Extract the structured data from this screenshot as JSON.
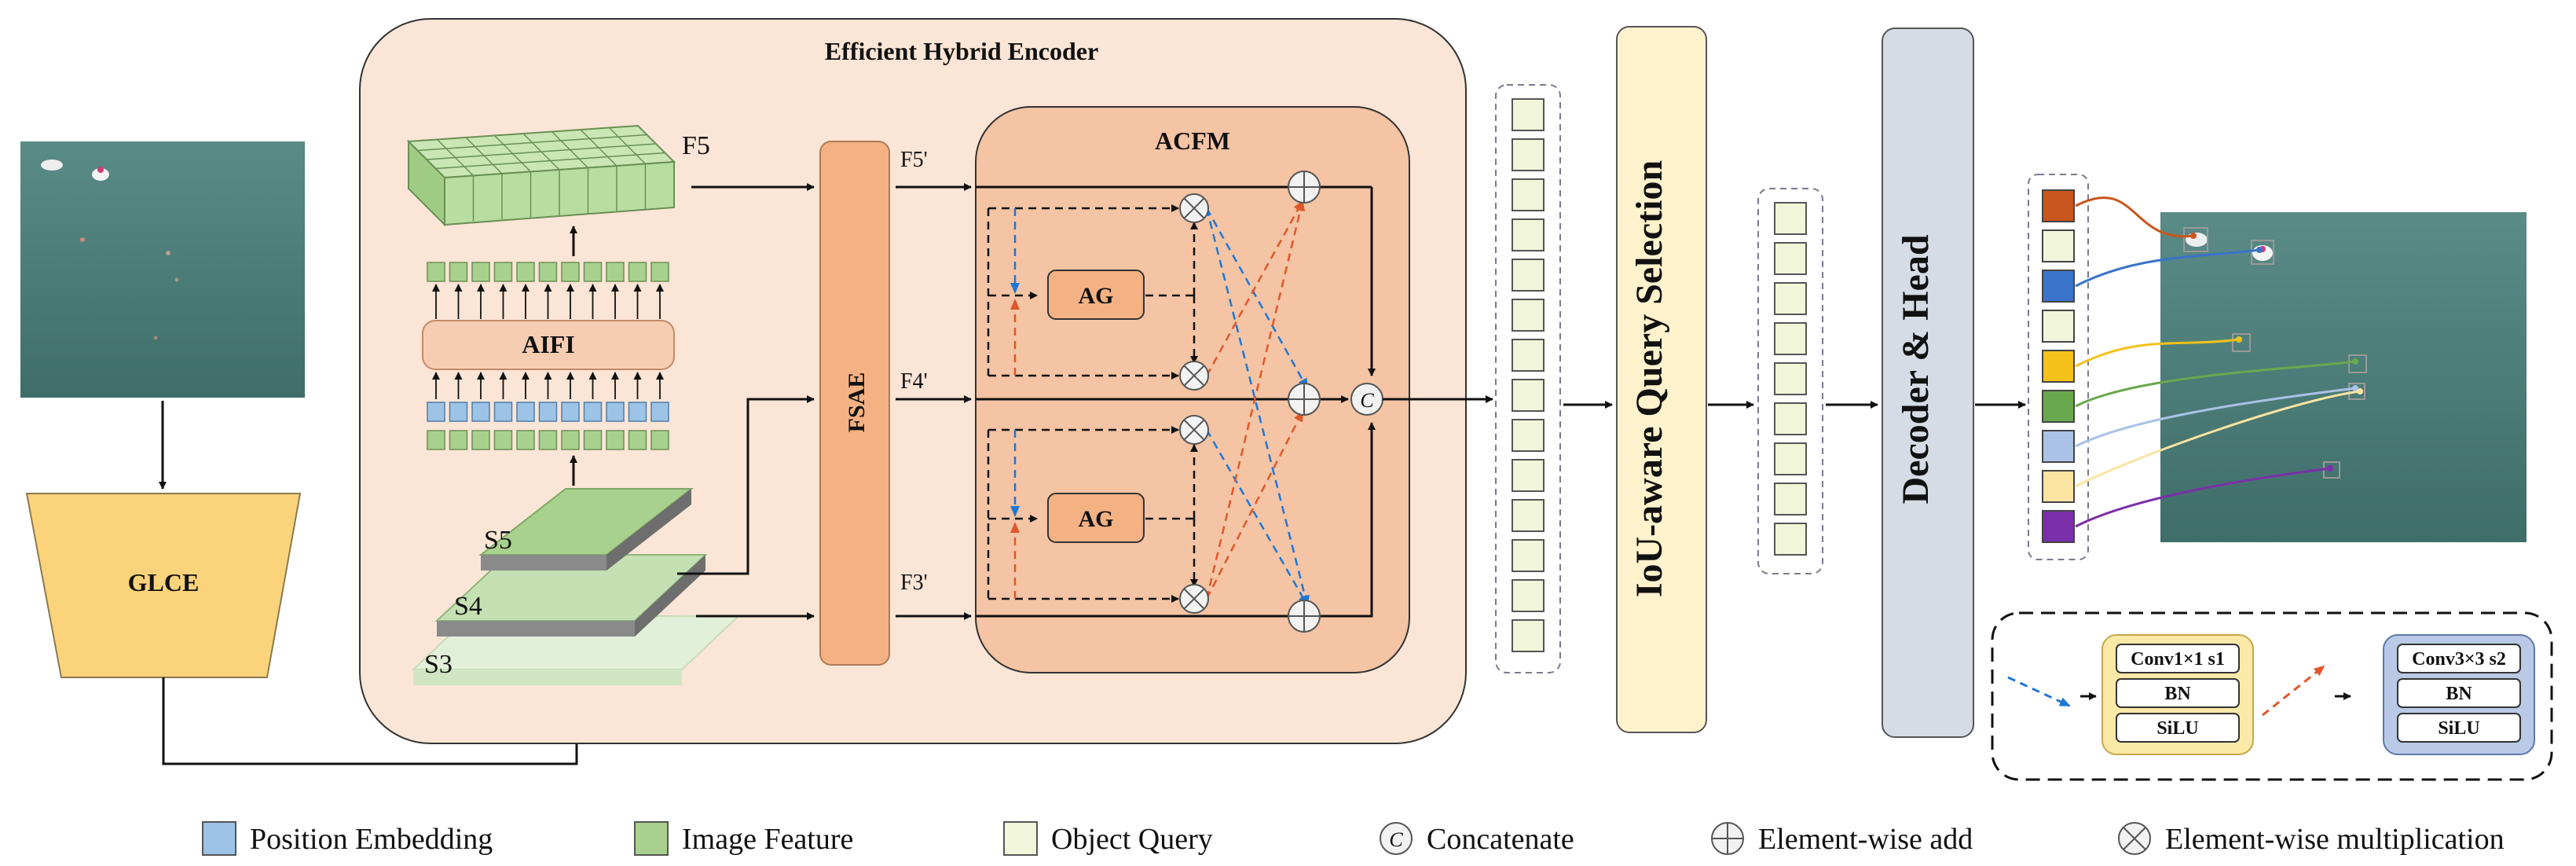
{
  "title_encoder": "Efficient Hybrid Encoder",
  "blocks": {
    "glce": "GLCE",
    "aifi": "AIFI",
    "fsae": "FSAE",
    "acfm": "ACFM",
    "ag": "AG",
    "query_selection": "IoU-aware Query Selection",
    "decoder": "Decoder & Head"
  },
  "feature_labels": {
    "f5": "F5",
    "s5": "S5",
    "s4": "S4",
    "s3": "S3",
    "f5p": "F5'",
    "f4p": "F4'",
    "f3p": "F3'"
  },
  "concat_symbol": "C",
  "conv_blocks": [
    {
      "arrow_color": "#1f77d4",
      "fill": "#fbe9a8",
      "border": "#c8a64a",
      "rows": [
        "Conv1×1 s1",
        "BN",
        "SiLU"
      ]
    },
    {
      "arrow_color": "#e0572a",
      "fill": "#b9c9e6",
      "border": "#5f78a8",
      "rows": [
        "Conv3×3 s2",
        "BN",
        "SiLU"
      ]
    }
  ],
  "query_colors": [
    "#c8561e",
    "#f1f5d9",
    "#3a73c9",
    "#f1f5d9",
    "#f4c21a",
    "#6aa84f",
    "#a9c2e6",
    "#fbe3a1",
    "#7b2fa8"
  ],
  "legend": [
    {
      "label": "Position Embedding",
      "type": "box",
      "color": "#9dc3e6"
    },
    {
      "label": "Image Feature",
      "type": "box",
      "color": "#a9d18e"
    },
    {
      "label": "Object Query",
      "type": "box",
      "color": "#f1f5d9"
    },
    {
      "label": "Concatenate",
      "type": "concat"
    },
    {
      "label": "Element-wise add",
      "type": "add"
    },
    {
      "label": "Element-wise multiplication",
      "type": "mul"
    }
  ],
  "colors": {
    "encoder_bg": "#fbe5d6",
    "acfm_bg": "#f4c4a4",
    "glce": "#fbd37b",
    "query_sel": "#fff2cc",
    "decoder": "#d6dce5",
    "image_feature": "#a9d18e",
    "position_embedding": "#9dc3e6",
    "object_query": "#f1f5d9",
    "water": "#4f7f7a"
  }
}
